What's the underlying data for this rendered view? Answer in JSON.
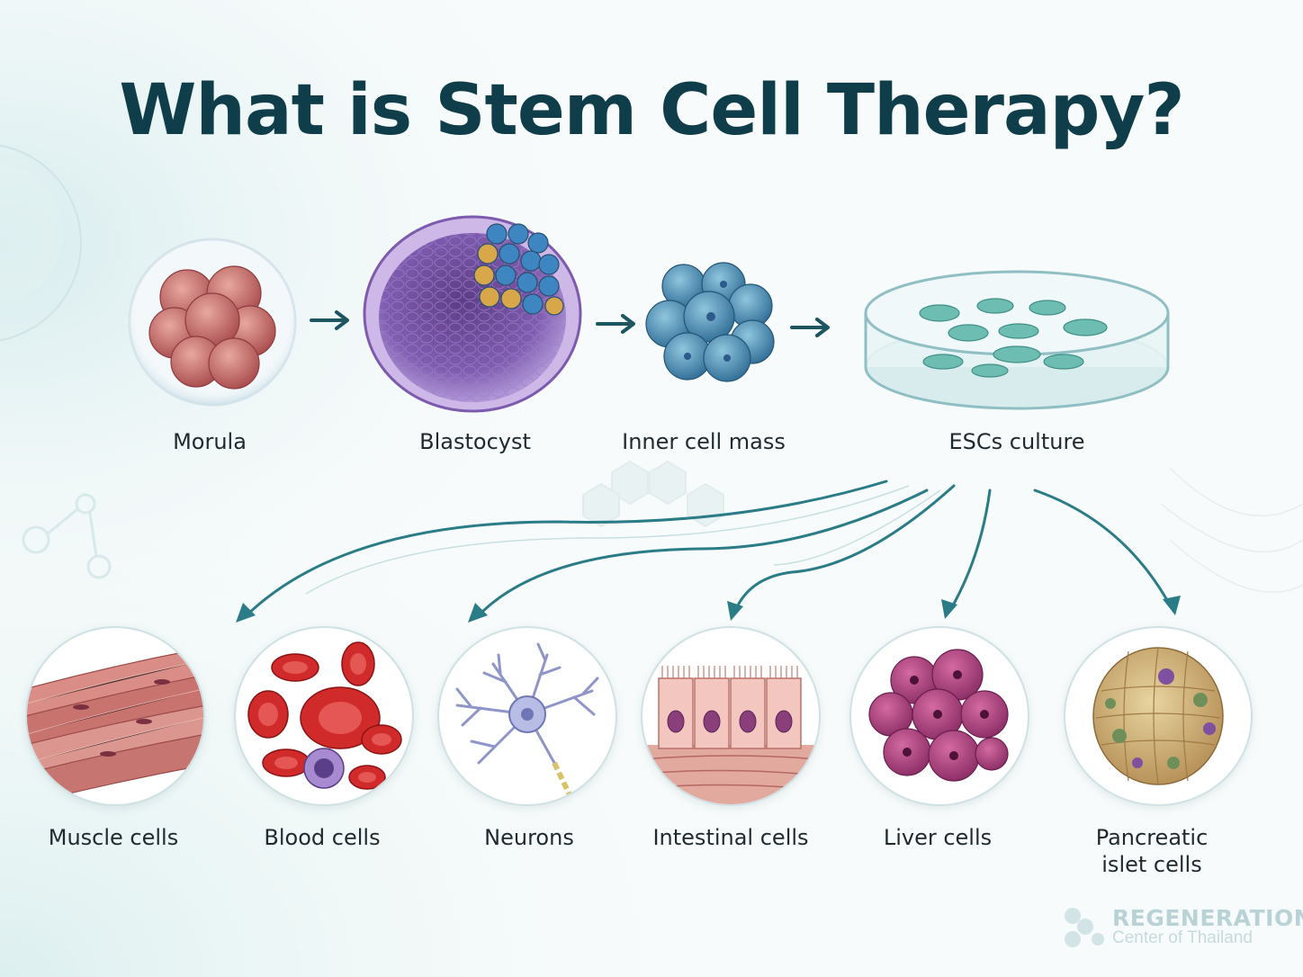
{
  "title": "What is Stem Cell Therapy?",
  "stages": [
    {
      "label": "Morula",
      "icon": "morula-icon"
    },
    {
      "label": "Blastocyst",
      "icon": "blastocyst-icon"
    },
    {
      "label": "Inner cell mass",
      "icon": "inner-cell-mass-icon"
    },
    {
      "label": "ESCs culture",
      "icon": "petri-dish-icon"
    }
  ],
  "cell_types": [
    {
      "label": "Muscle cells",
      "icon": "muscle-cells-icon"
    },
    {
      "label": "Blood cells",
      "icon": "blood-cells-icon"
    },
    {
      "label": "Neurons",
      "icon": "neuron-icon"
    },
    {
      "label": "Intestinal cells",
      "icon": "intestinal-cells-icon"
    },
    {
      "label": "Liver cells",
      "icon": "liver-cells-icon"
    },
    {
      "label": "Pancreatic islet cells",
      "line1": "Pancreatic",
      "line2": "islet cells",
      "icon": "pancreatic-islet-cells-icon"
    }
  ],
  "logo": {
    "line1": "REGENERATION",
    "line2": "Center of Thailand"
  },
  "colors": {
    "title": "#0f3e4a",
    "arrow": "#2a7c86",
    "text": "#1f2a30"
  }
}
